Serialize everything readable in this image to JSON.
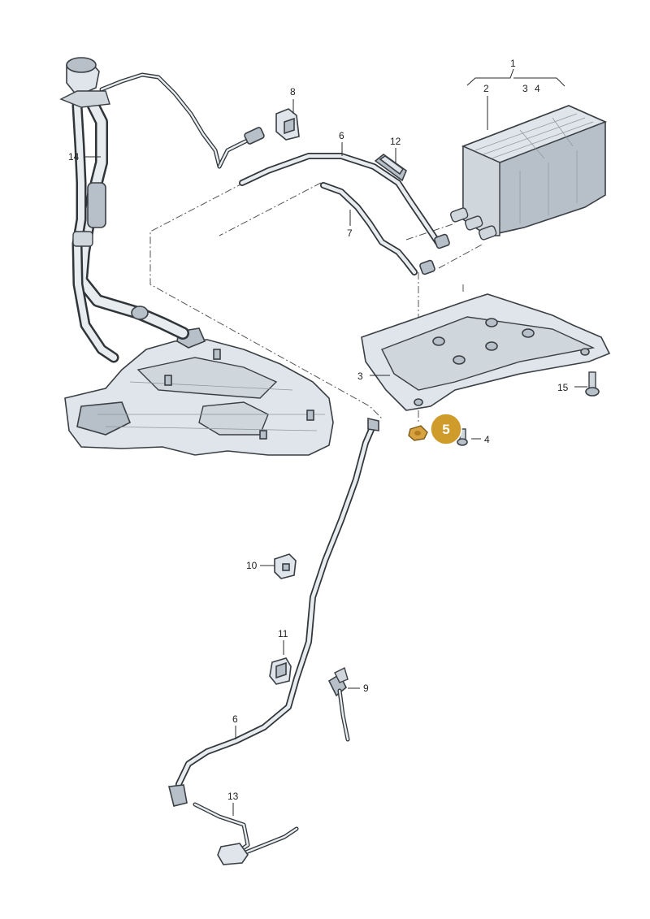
{
  "callouts": [
    {
      "id": "1",
      "label": "1"
    },
    {
      "id": "2",
      "label": "2"
    },
    {
      "id": "3a",
      "label": "3"
    },
    {
      "id": "4a",
      "label": "4"
    },
    {
      "id": "3",
      "label": "3"
    },
    {
      "id": "4",
      "label": "4"
    },
    {
      "id": "6a",
      "label": "6"
    },
    {
      "id": "6b",
      "label": "6"
    },
    {
      "id": "7",
      "label": "7"
    },
    {
      "id": "8",
      "label": "8"
    },
    {
      "id": "9",
      "label": "9"
    },
    {
      "id": "10",
      "label": "10"
    },
    {
      "id": "11",
      "label": "11"
    },
    {
      "id": "12",
      "label": "12"
    },
    {
      "id": "13",
      "label": "13"
    },
    {
      "id": "14",
      "label": "14"
    },
    {
      "id": "15",
      "label": "15"
    }
  ],
  "highlight": {
    "label": "5",
    "color": "#cf9c2c"
  },
  "colors": {
    "outline": "#3a3f44",
    "part": "#dfe5ea",
    "highlight": "#cf9c2c"
  }
}
